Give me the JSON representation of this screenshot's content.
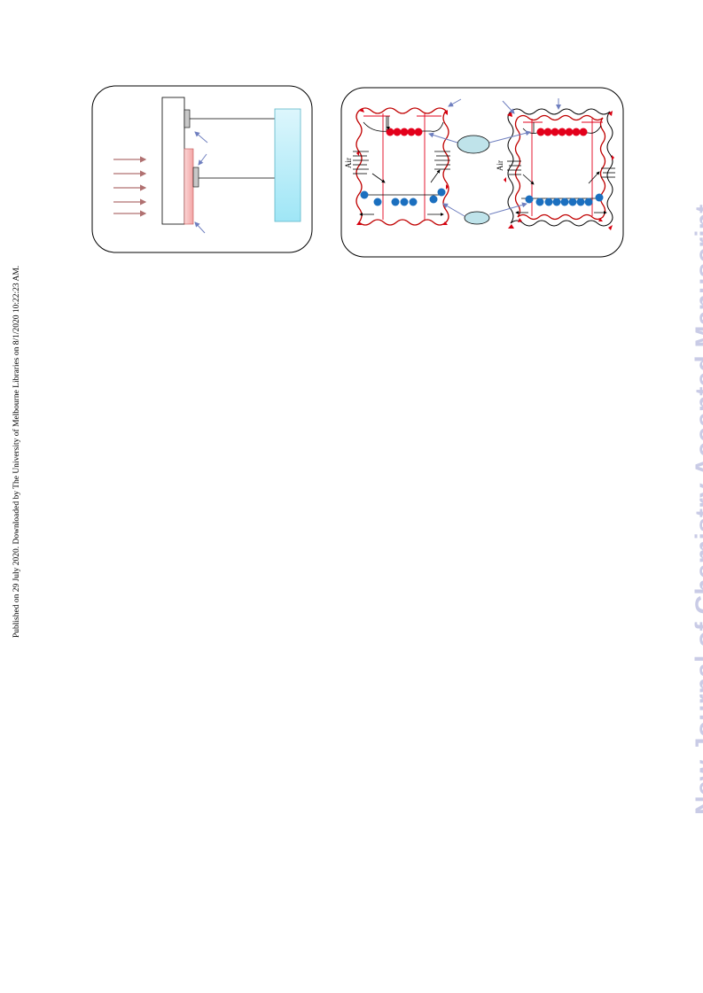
{
  "publication_notice": "Published on 29 July 2020. Downloaded by The University of Melbourne Libraries on 8/1/2020 10:22:23 AM.",
  "watermark": "New Journal of Chemistry Accepted Manuscript",
  "figure": {
    "air_label_left": "Air",
    "air_label_right": "Air",
    "colors": {
      "red_bead": "#e3001b",
      "blue_bead": "#1b6fbf",
      "panel_cyan": "#aeeaf8",
      "panel_pink": "#f7b7b7",
      "arrow_rose": "#b07070",
      "pointer_blue": "#6f7fbf",
      "oval_fill": "#bfe3ea"
    }
  }
}
